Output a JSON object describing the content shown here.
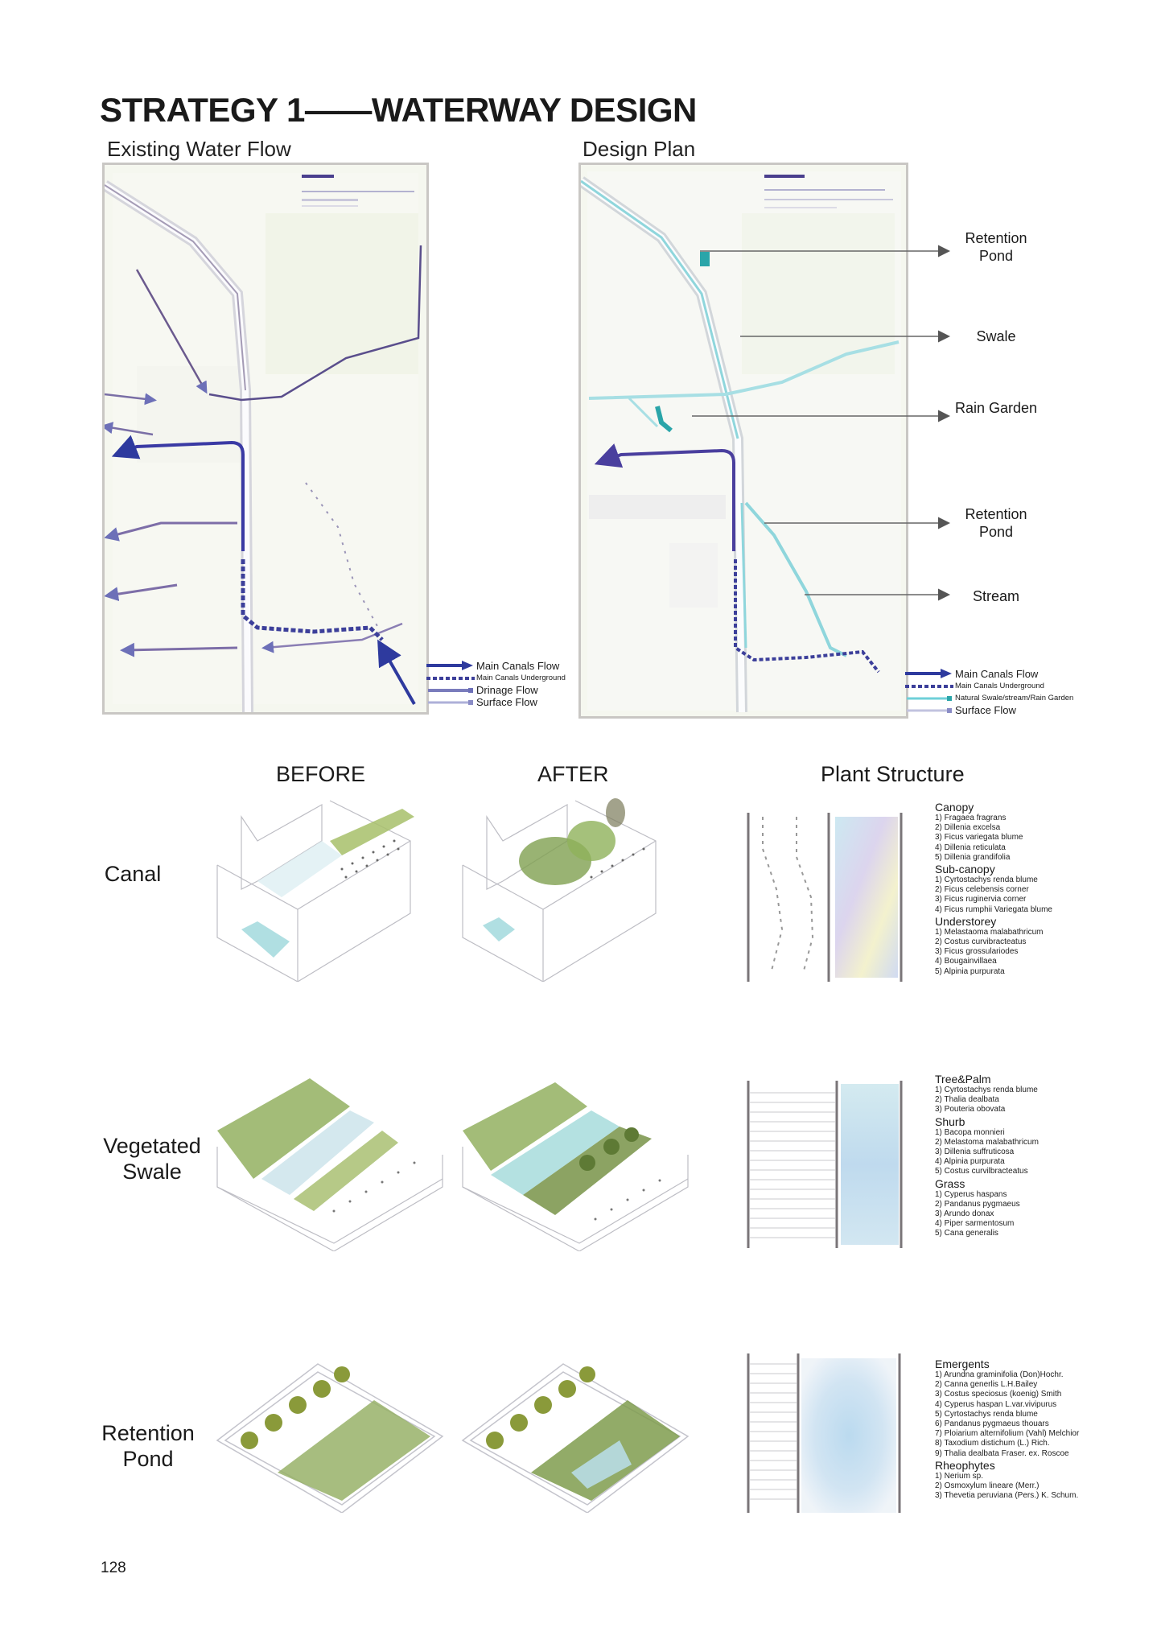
{
  "page": {
    "title": "STRATEGY 1——WATERWAY DESIGN",
    "page_number": "128"
  },
  "maps": {
    "existing": {
      "heading": "Existing Water Flow",
      "legend": [
        {
          "label": "Main Canals Flow",
          "size": "normal",
          "color": "#2e3a9e",
          "style": "arrow"
        },
        {
          "label": "Main Canals Underground",
          "size": "small",
          "color": "#3c3f9a",
          "style": "dashed"
        },
        {
          "label": "Drinage Flow",
          "size": "normal",
          "color": "#6d70b8",
          "style": "line"
        },
        {
          "label": "Surface Flow",
          "size": "normal",
          "color": "#9a9ccf",
          "style": "line"
        }
      ]
    },
    "design": {
      "heading": "Design Plan",
      "callouts": [
        {
          "label": "Retention Pond"
        },
        {
          "label": "Swale"
        },
        {
          "label": "Rain Garden"
        },
        {
          "label": "Retention Pond"
        },
        {
          "label": "Stream"
        }
      ],
      "legend": [
        {
          "label": "Main Canals Flow",
          "size": "normal",
          "color": "#2e3a9e",
          "style": "arrow"
        },
        {
          "label": "Main Canals Underground",
          "size": "small",
          "color": "#3c3f9a",
          "style": "dashed"
        },
        {
          "label": "Natural Swale/stream/Rain Garden",
          "size": "small",
          "color": "#4fc6cf",
          "style": "line"
        },
        {
          "label": "Surface Flow",
          "size": "normal",
          "color": "#9a9ccf",
          "style": "line"
        }
      ]
    }
  },
  "comparison": {
    "columns": {
      "before": "BEFORE",
      "after": "AFTER",
      "plant_structure": "Plant Structure"
    },
    "rows": [
      {
        "label": "Canal",
        "plants": [
          {
            "category": "Canopy",
            "items": [
              "1) Fragaea fragrans",
              "2) Dillenia excelsa",
              "3) Ficus variegata blume",
              "4) Dillenia reticulata",
              "5) Dillenia grandifolia"
            ]
          },
          {
            "category": "Sub-canopy",
            "items": [
              "1) Cyrtostachys renda blume",
              "2) Ficus celebensis corner",
              "3) Ficus ruginervia corner",
              "4) Ficus rumphii Variegata blume"
            ]
          },
          {
            "category": "Understorey",
            "items": [
              "1) Melastaoma malabathricum",
              "2) Costus curvibracteatus",
              "3) Ficus grossulariodes",
              "4) Bougainvillaea",
              "5) Alpinia purpurata"
            ]
          }
        ]
      },
      {
        "label": "Vegetated Swale",
        "plants": [
          {
            "category": "Tree&Palm",
            "items": [
              "1) Cyrtostachys renda blume",
              "2) Thalia dealbata",
              "3) Pouteria obovata"
            ]
          },
          {
            "category": "Shurb",
            "items": [
              "1) Bacopa monnieri",
              "2) Melastoma malabathricum",
              "3) Dillenia suffruticosa",
              "4) Alpinia purpurata",
              "5) Costus curvilbracteatus"
            ]
          },
          {
            "category": "Grass",
            "items": [
              "1) Cyperus haspans",
              "2) Pandanus pygmaeus",
              "3) Arundo donax",
              "4) Piper sarmentosum",
              "5) Cana generalis"
            ]
          }
        ]
      },
      {
        "label": "Retention Pond",
        "plants": [
          {
            "category": "Emergents",
            "items": [
              "1) Arundna graminifolia (Don)Hochr.",
              "2) Canna generlis L.H.Bailey",
              "3) Costus speciosus (koenig) Smith",
              "4) Cyperus haspan L.var.vivipurus",
              "5) Cyrtostachys renda blume",
              "6) Pandanus pygmaeus thouars",
              "7) Ploiarium alternifolium (Vahl) Melchior",
              "8) Taxodium distichum (L.) Rich.",
              "9) Thalia dealbata Fraser. ex. Roscoe"
            ]
          },
          {
            "category": "Rheophytes",
            "items": [
              "1) Nerium sp.",
              "2) Osmoxylum lineare (Merr.)",
              "3) Thevetia peruviana (Pers.) K. Schum."
            ]
          }
        ]
      }
    ]
  },
  "colors": {
    "canal_blue": "#2e3a9e",
    "surface_purple": "#7e80c0",
    "natural_teal": "#4fc6cf",
    "map_frame": "#c9c7c4",
    "vegetation_green": "#8fae5a"
  }
}
